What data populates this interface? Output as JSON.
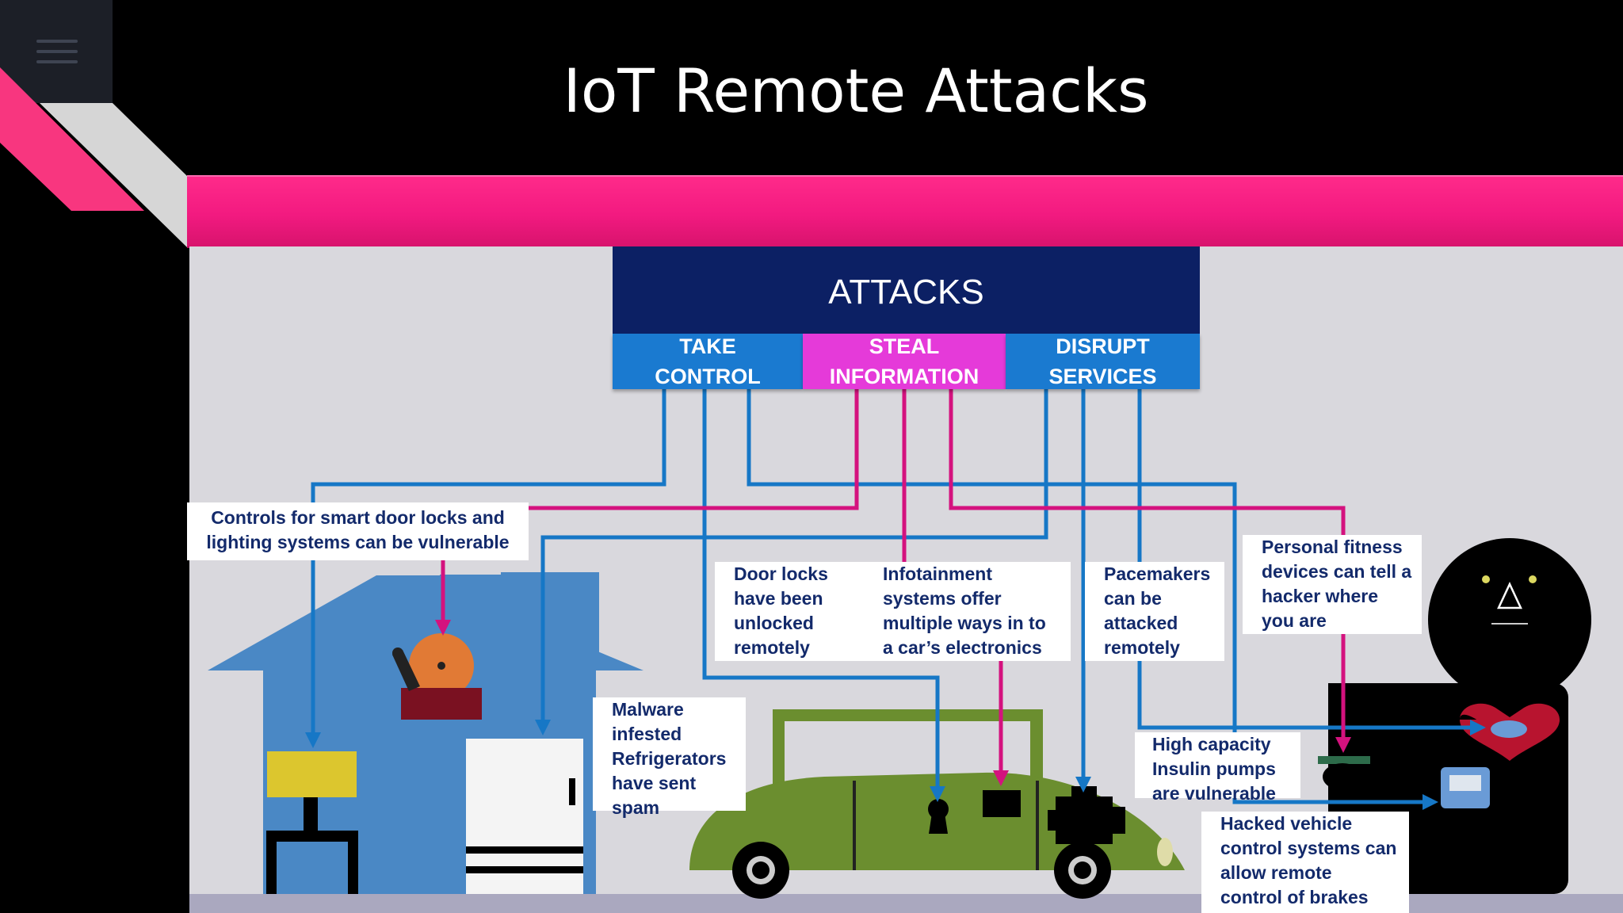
{
  "slide": {
    "title": "IoT Remote Attacks"
  },
  "diagram": {
    "header": "ATTACKS",
    "categories": [
      {
        "line1": "TAKE",
        "line2": "CONTROL"
      },
      {
        "line1": "STEAL",
        "line2": "INFORMATION"
      },
      {
        "line1": "DISRUPT",
        "line2": "SERVICES"
      }
    ],
    "labels": {
      "door_locks": "Controls for smart door locks and\nlighting  systems can be vulnerable",
      "unlocked": "Door locks\nhave been\nunlocked\nremotely",
      "infotainment": "Infotainment\nsystems  offer\nmultiple ways in to\na  car’s electronics",
      "pacemakers": "Pacemakers\ncan be\nattacked\nremotely",
      "fitness": "Personal fitness\ndevices can tell a\nhacker where\nyou are",
      "fridge": "Malware\ninfested\nRefrigerators\nhave sent\nspam",
      "insulin": "High capacity\nInsulin pumps\nare vulnerable",
      "vehicle": "Hacked vehicle\ncontrol systems can\nallow remote\ncontrol of brakes"
    },
    "colors": {
      "header": "#0c2064",
      "take_control": "#1a7ad0",
      "steal_information": "#e53ad9",
      "disrupt_services": "#1a7ad0",
      "blue_wire": "#1677c6",
      "magenta_wire": "#d4127e",
      "accent_pink": "#f21a80"
    }
  }
}
